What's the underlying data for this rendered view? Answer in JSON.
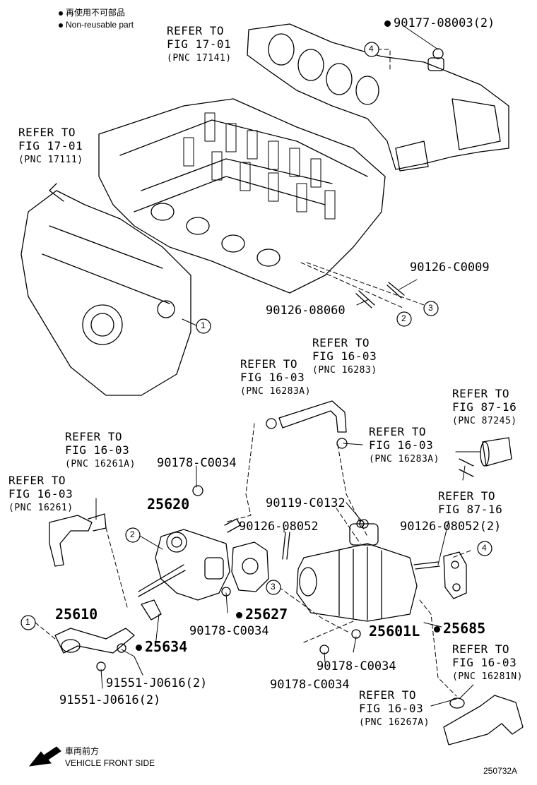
{
  "legend": {
    "nonreusable_cn": "再使用不可部品",
    "nonreusable_en": "Non-reusable part"
  },
  "refs": {
    "r1": {
      "line1": "REFER TO",
      "line2": "FIG 17-01",
      "pnc": "(PNC 17141)"
    },
    "r2": {
      "line1": "REFER TO",
      "line2": "FIG 17-01",
      "pnc": "(PNC 17111)"
    },
    "r3": {
      "line1": "REFER TO",
      "line2": "FIG 16-03",
      "pnc": "(PNC 16283A)"
    },
    "r4": {
      "line1": "REFER TO",
      "line2": "FIG 16-03",
      "pnc": "(PNC 16283)"
    },
    "r5": {
      "line1": "REFER TO",
      "line2": "FIG 87-16",
      "pnc": "(PNC 87245)"
    },
    "r6": {
      "line1": "REFER TO",
      "line2": "FIG 16-03",
      "pnc": "(PNC 16283A)"
    },
    "r7": {
      "line1": "REFER TO",
      "line2": "FIG 16-03",
      "pnc": "(PNC 16261A)"
    },
    "r8": {
      "line1": "REFER TO",
      "line2": "FIG 16-03",
      "pnc": "(PNC 16261)"
    },
    "r9": {
      "line1": "REFER TO",
      "line2": "FIG 87-16"
    },
    "r10": {
      "line1": "REFER TO",
      "line2": "FIG 16-03",
      "pnc": "(PNC 16281N)"
    },
    "r11": {
      "line1": "REFER TO",
      "line2": "FIG 16-03",
      "pnc": "(PNC 16267A)"
    }
  },
  "parts": {
    "p90177": "90177-08003(2)",
    "p90126_c0009": "90126-C0009",
    "p90126_08060": "90126-08060",
    "p90178_top": "90178-C0034",
    "p25620": "25620",
    "p90119": "90119-C0132",
    "p90126_08052": "90126-08052",
    "p90126_08052_2": "90126-08052(2)",
    "p25627": "25627",
    "p90178_mid": "90178-C0034",
    "p25610": "25610",
    "p25634": "25634",
    "p25601L": "25601L",
    "p25685": "25685",
    "p90178_low": "90178-C0034",
    "p90178_low2": "90178-C0034",
    "p91551_a": "91551-J0616(2)",
    "p91551_b": "91551-J0616(2)"
  },
  "callouts": [
    "1",
    "2",
    "3",
    "4"
  ],
  "footer": {
    "direction_cn": "車両前方",
    "direction_en": "VEHICLE FRONT SIDE",
    "figure_code": "250732A"
  }
}
